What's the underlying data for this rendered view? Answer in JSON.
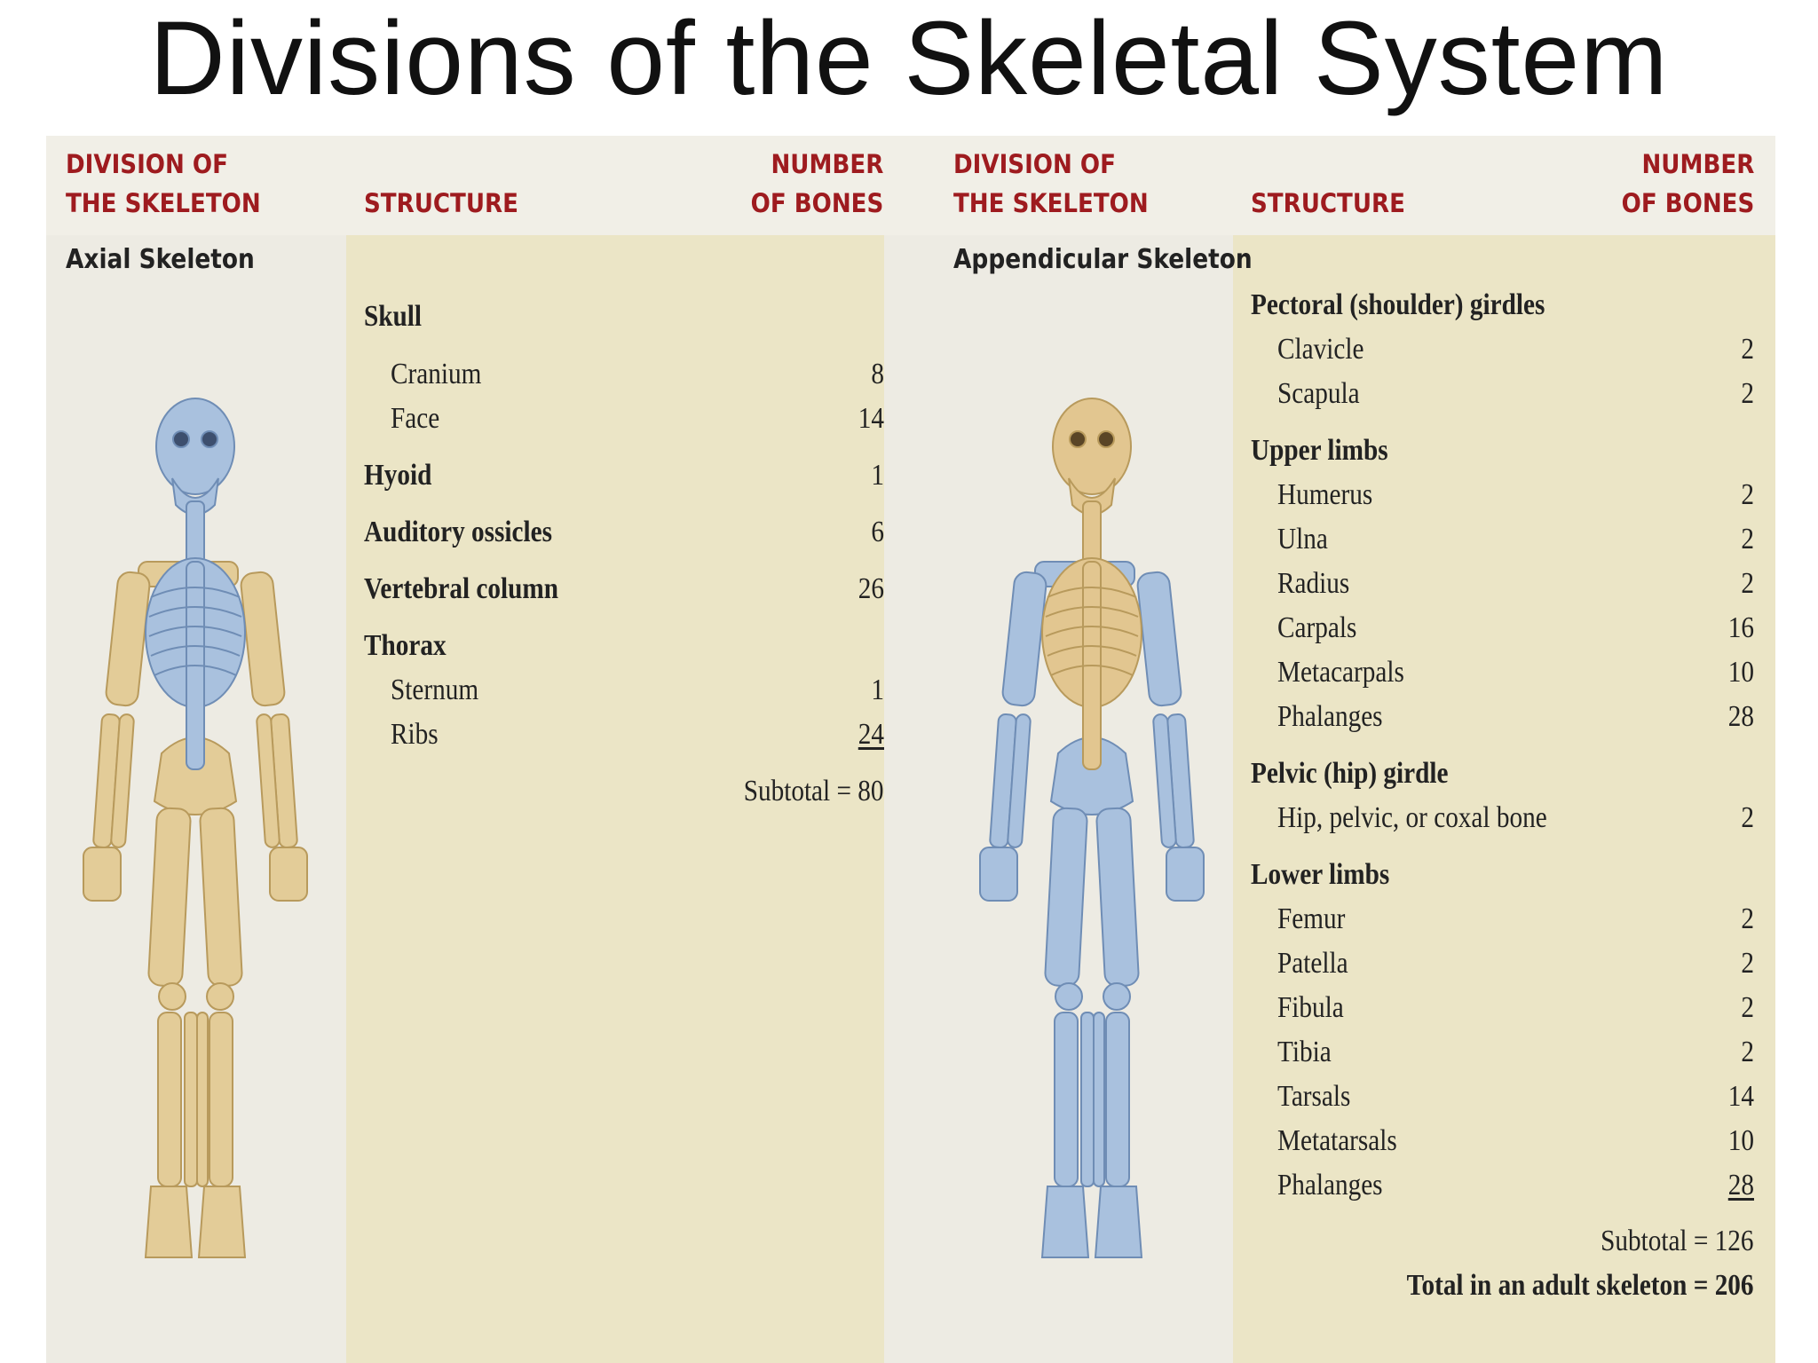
{
  "title": "Divisions of the Skeletal System",
  "headers": {
    "division": "DIVISION OF\nTHE SKELETON",
    "structure": "STRUCTURE",
    "number": "NUMBER\nOF BONES"
  },
  "colors": {
    "header_text": "#9e1b1f",
    "structure_column": "#ebe5c6",
    "axial_highlight": "#a9c1de",
    "appendicular_highlight": "#e2c690"
  },
  "axial": {
    "label": "Axial Skeleton",
    "rows": [
      {
        "name": "Skull",
        "value": ""
      },
      {
        "name": "Cranium",
        "value": "8"
      },
      {
        "name": "Face",
        "value": "14"
      },
      {
        "name": "Hyoid",
        "value": "1"
      },
      {
        "name": "Auditory ossicles",
        "value": "6"
      },
      {
        "name": "Vertebral column",
        "value": "26"
      },
      {
        "name": "Thorax",
        "value": ""
      },
      {
        "name": "Sternum",
        "value": "1"
      },
      {
        "name": "Ribs",
        "value": "24"
      }
    ],
    "subtotal": "Subtotal = 80"
  },
  "appendicular": {
    "label": "Appendicular Skeleton",
    "rows": [
      {
        "name": "Pectoral (shoulder) girdles",
        "value": ""
      },
      {
        "name": "Clavicle",
        "value": "2"
      },
      {
        "name": "Scapula",
        "value": "2"
      },
      {
        "name": "Upper limbs",
        "value": ""
      },
      {
        "name": "Humerus",
        "value": "2"
      },
      {
        "name": "Ulna",
        "value": "2"
      },
      {
        "name": "Radius",
        "value": "2"
      },
      {
        "name": "Carpals",
        "value": "16"
      },
      {
        "name": "Metacarpals",
        "value": "10"
      },
      {
        "name": "Phalanges",
        "value": "28"
      },
      {
        "name": "Pelvic (hip) girdle",
        "value": ""
      },
      {
        "name": "Hip, pelvic, or coxal bone",
        "value": "2"
      },
      {
        "name": "Lower limbs",
        "value": ""
      },
      {
        "name": "Femur",
        "value": "2"
      },
      {
        "name": "Patella",
        "value": "2"
      },
      {
        "name": "Fibula",
        "value": "2"
      },
      {
        "name": "Tibia",
        "value": "2"
      },
      {
        "name": "Tarsals",
        "value": "14"
      },
      {
        "name": "Metatarsals",
        "value": "10"
      },
      {
        "name": "Phalanges",
        "value": "28"
      }
    ],
    "subtotal": "Subtotal = 126",
    "total": "Total in an adult skeleton = 206"
  }
}
